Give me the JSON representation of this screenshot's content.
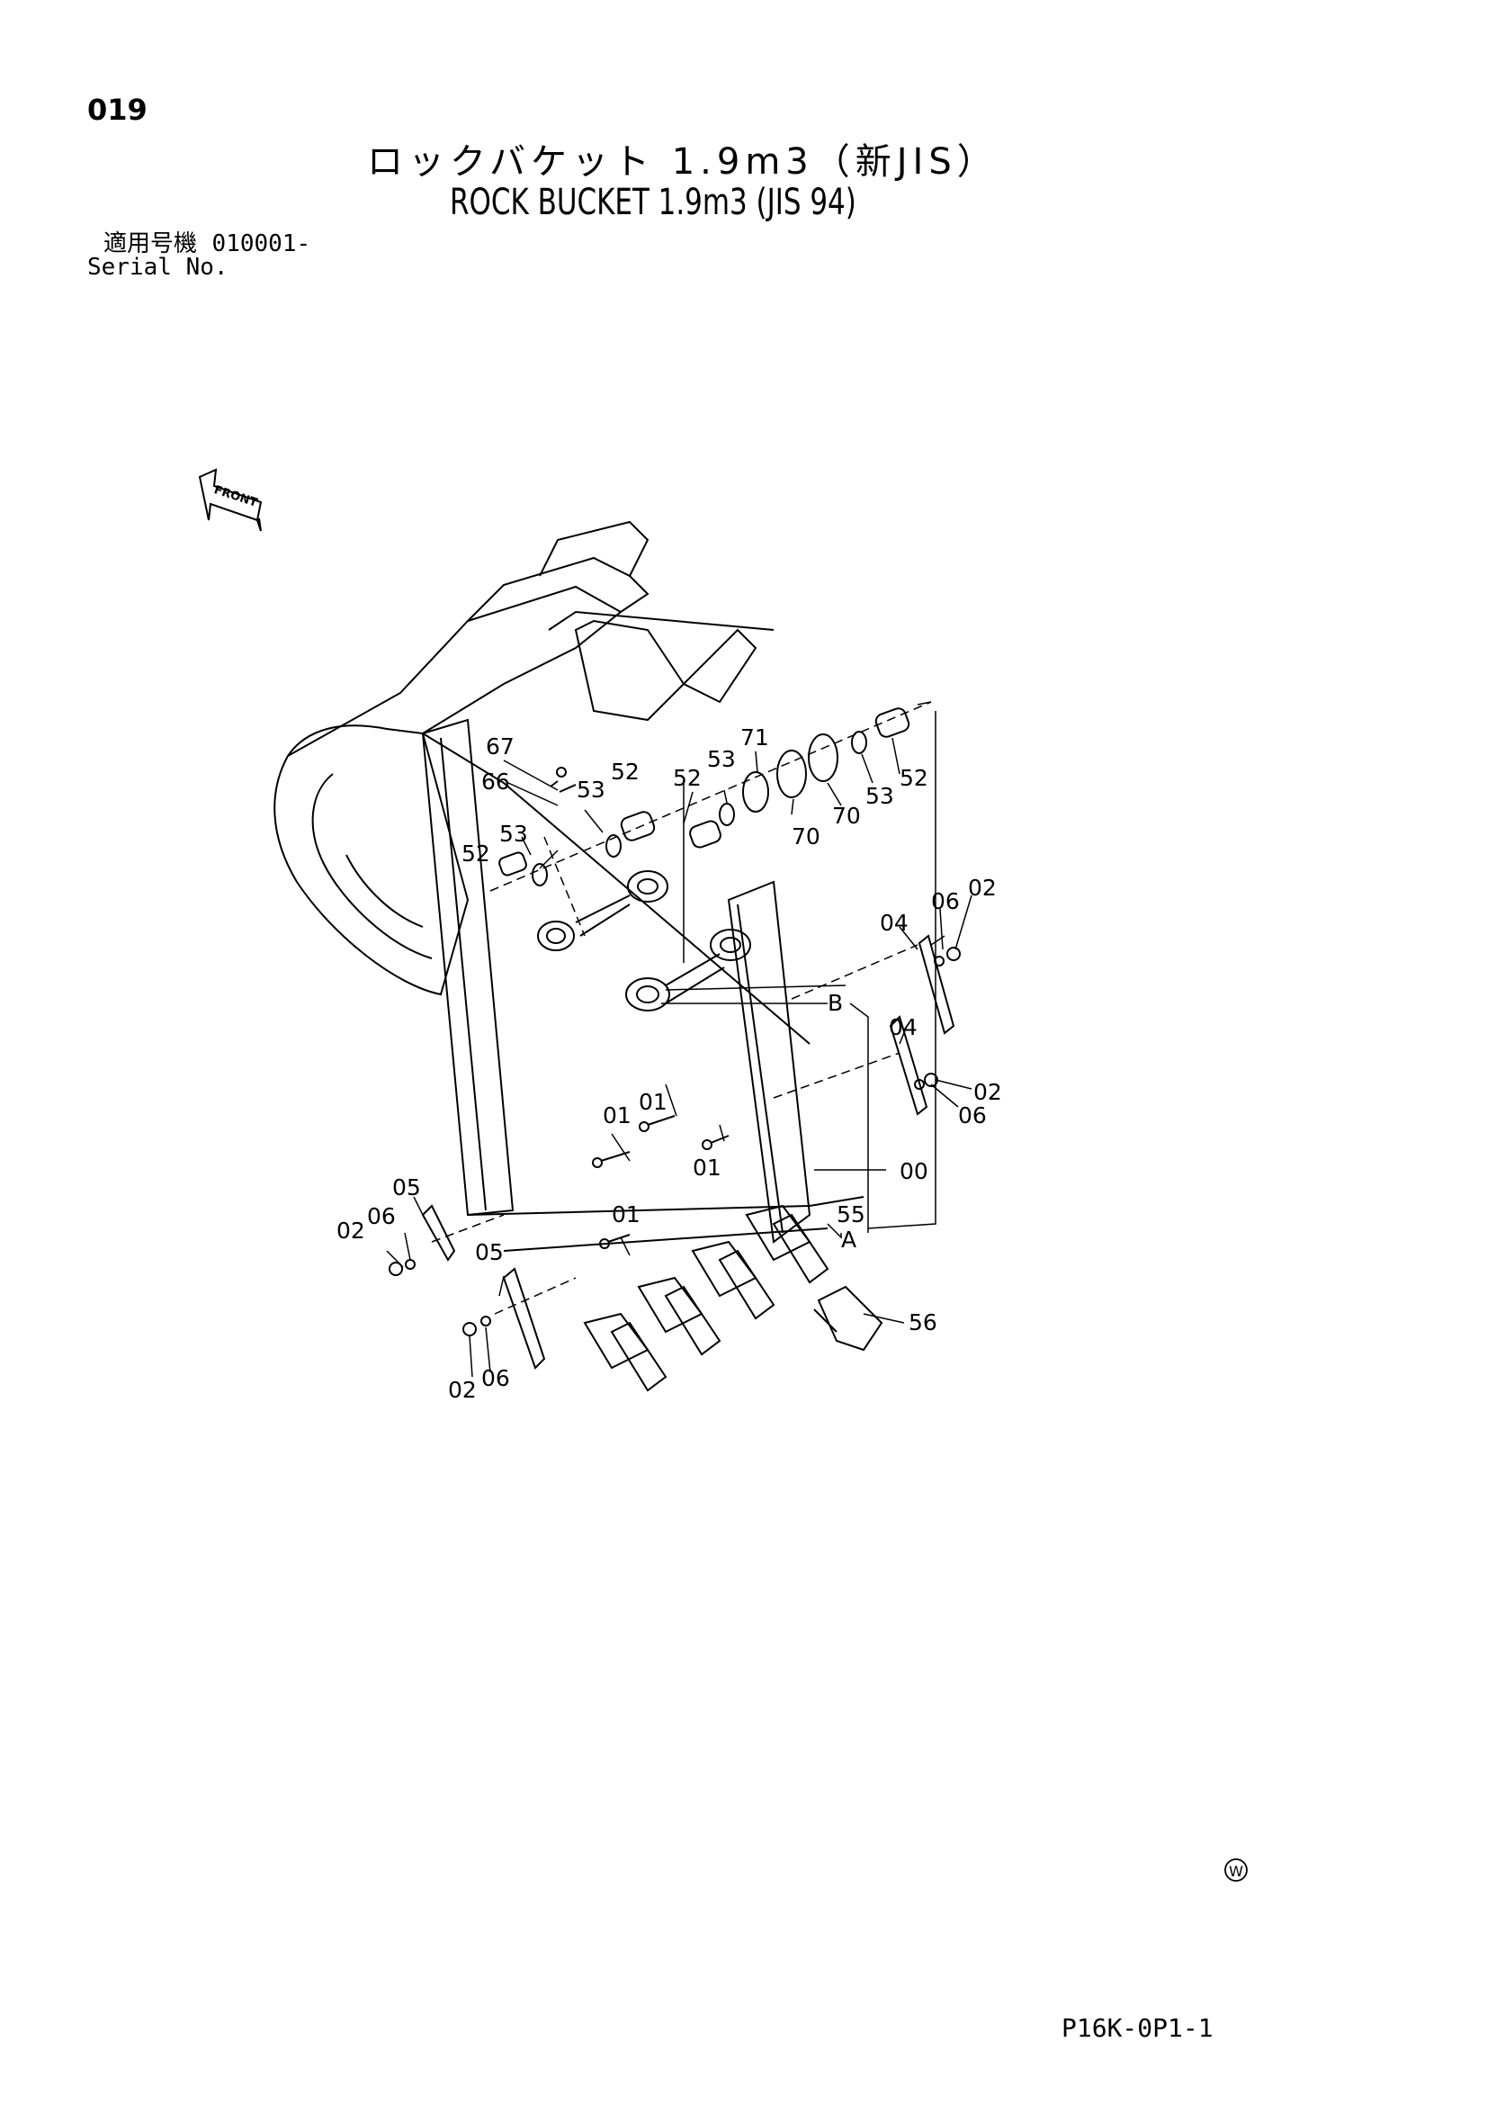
{
  "header": {
    "page_number": "019",
    "title_jp": "ロックバケット 1.9m3（新JIS）",
    "title_en": "ROCK BUCKET 1.9m3 (JIS 94)",
    "serial_label_jp": "適用号機",
    "serial_value": "010001-",
    "serial_label_en": "Serial No."
  },
  "diagram": {
    "front_label": "FRONT",
    "callouts": [
      {
        "id": "c67",
        "text": "67"
      },
      {
        "id": "c66",
        "text": "66"
      },
      {
        "id": "c53a",
        "text": "53"
      },
      {
        "id": "c52a",
        "text": "52"
      },
      {
        "id": "c52b",
        "text": "52"
      },
      {
        "id": "c53b",
        "text": "53"
      },
      {
        "id": "c71",
        "text": "71"
      },
      {
        "id": "c53c",
        "text": "53"
      },
      {
        "id": "c52c",
        "text": "52"
      },
      {
        "id": "c70a",
        "text": "70"
      },
      {
        "id": "c70b",
        "text": "70"
      },
      {
        "id": "c53d",
        "text": "53"
      },
      {
        "id": "c52d",
        "text": "52"
      },
      {
        "id": "c06a",
        "text": "06"
      },
      {
        "id": "c02a",
        "text": "02"
      },
      {
        "id": "c04a",
        "text": "04"
      },
      {
        "id": "cB",
        "text": "B"
      },
      {
        "id": "c04b",
        "text": "04"
      },
      {
        "id": "c02b",
        "text": "02"
      },
      {
        "id": "c06b",
        "text": "06"
      },
      {
        "id": "c01a",
        "text": "01"
      },
      {
        "id": "c01b",
        "text": "01"
      },
      {
        "id": "c00",
        "text": "00"
      },
      {
        "id": "c01c",
        "text": "01"
      },
      {
        "id": "c05a",
        "text": "05"
      },
      {
        "id": "c06c",
        "text": "06"
      },
      {
        "id": "c02c",
        "text": "02"
      },
      {
        "id": "c01d",
        "text": "01"
      },
      {
        "id": "c55",
        "text": "55"
      },
      {
        "id": "cA",
        "text": "A"
      },
      {
        "id": "c05b",
        "text": "05"
      },
      {
        "id": "c56",
        "text": "56"
      },
      {
        "id": "c02d",
        "text": "02"
      },
      {
        "id": "c06d",
        "text": "06"
      }
    ]
  },
  "footer": {
    "mark": "W",
    "page_code": "P16K-0P1-1"
  }
}
